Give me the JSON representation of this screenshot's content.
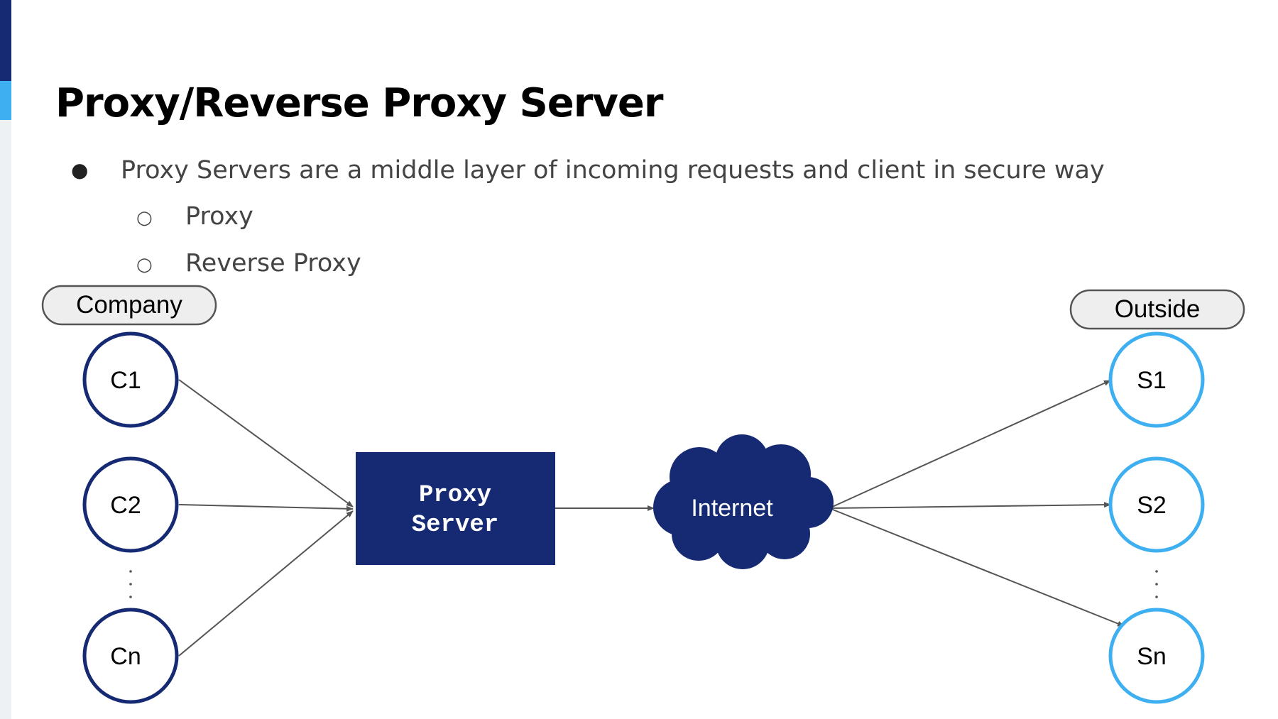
{
  "slide": {
    "title": "Proxy/Reverse Proxy Server",
    "bullets": [
      {
        "text": "Proxy Servers are a middle layer of incoming requests and client in secure way",
        "sub_items": [
          "Proxy",
          "Reverse Proxy"
        ]
      }
    ]
  },
  "diagram": {
    "groups": {
      "left": "Company",
      "right": "Outside"
    },
    "clients": [
      "C1",
      "C2",
      "Cn"
    ],
    "servers": [
      "S1",
      "S2",
      "Sn"
    ],
    "proxy": {
      "line1": "Proxy",
      "line2": "Server"
    },
    "cloud": "Internet",
    "colors": {
      "client_stroke": "#152a72",
      "server_stroke": "#3eaff0",
      "proxy_fill": "#152a72",
      "cloud_fill": "#152a72",
      "accent_dark": "#152a72",
      "accent_light": "#3eaff0",
      "connector": "#555555"
    }
  }
}
